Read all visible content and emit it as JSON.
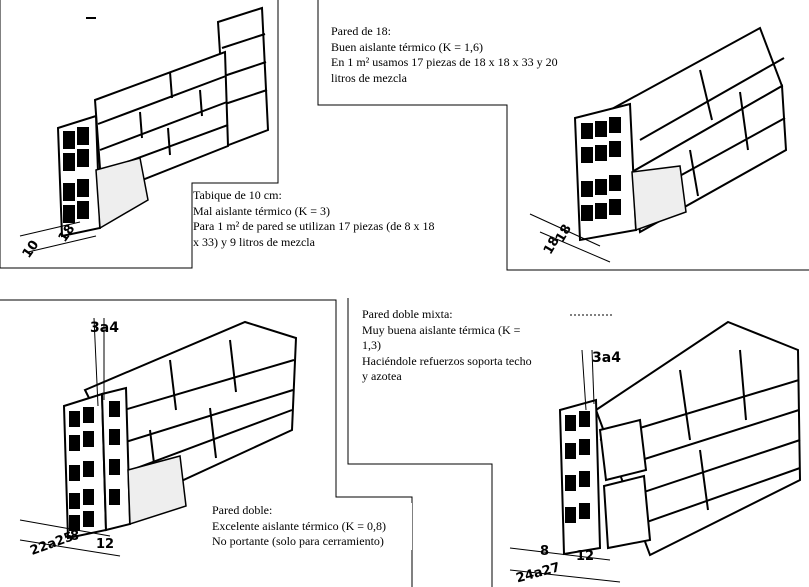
{
  "panels": [
    {
      "id": "tabique-10",
      "lines": [
        "Tabique de 10 cm:",
        "Mal aislante térmico (K = 3)",
        "Para 1 m² de pared se utilizan 17 piezas (de 8 x  18",
        "x 33)  y 9 litros de mezcla"
      ],
      "dims": [
        "10",
        "18"
      ]
    },
    {
      "id": "pared-18",
      "lines": [
        "Pared de 18:",
        "Buen aislante térmico (K = 1,6)",
        "En 1 m² usamos 17 piezas de 18 x 18 x 33 y 20",
        "litros de mezcla"
      ],
      "dims": [
        "18",
        "18"
      ]
    },
    {
      "id": "pared-doble",
      "lines": [
        "Pared doble:",
        "Excelente aislante térmico (K = 0,8)",
        "No portante (solo para cerramiento)"
      ],
      "dims": [
        "3a4",
        "8",
        "12",
        "22a25"
      ]
    },
    {
      "id": "pared-doble-mixta",
      "lines": [
        "Pared doble mixta:",
        "Muy buena aislante térmica (K =",
        "1,3)",
        "Haciéndole refuerzos soporta techo",
        "y azotea"
      ],
      "dims": [
        "3a4",
        "8",
        "12",
        "24a27"
      ]
    }
  ],
  "colors": {
    "ink": "#000000",
    "paper": "#ffffff"
  }
}
